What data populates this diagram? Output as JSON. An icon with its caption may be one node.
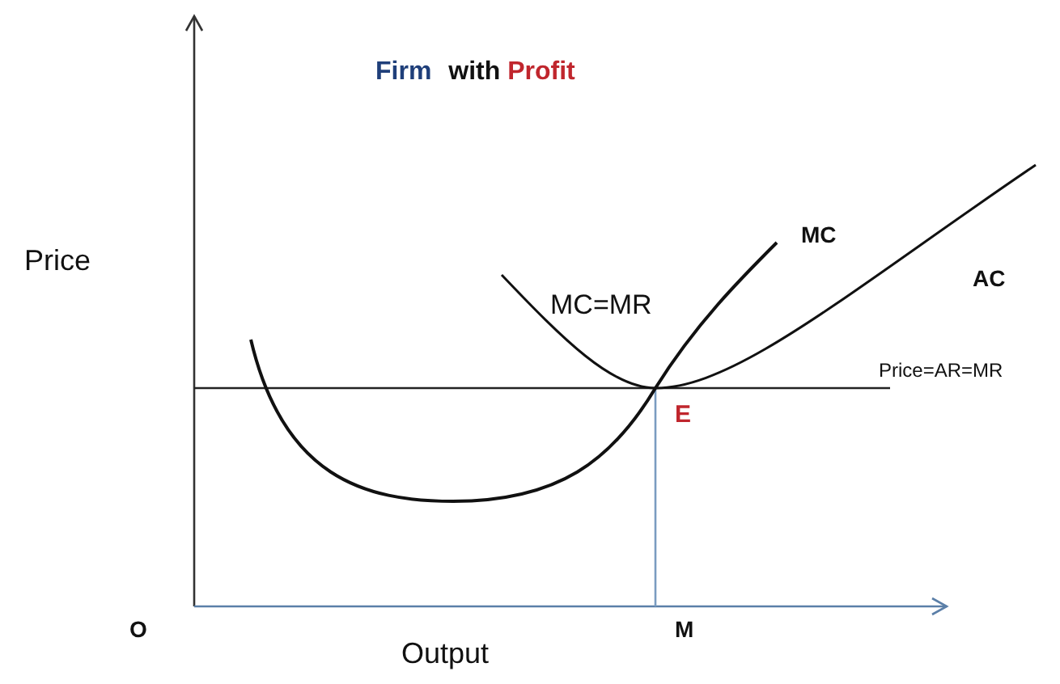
{
  "diagram": {
    "title": "Firm with Profit",
    "labels": [
      "Price",
      "MC=MR",
      "MC",
      "AC",
      "Price=AR=MR",
      "E",
      "O",
      "M",
      "Output"
    ]
  }
}
